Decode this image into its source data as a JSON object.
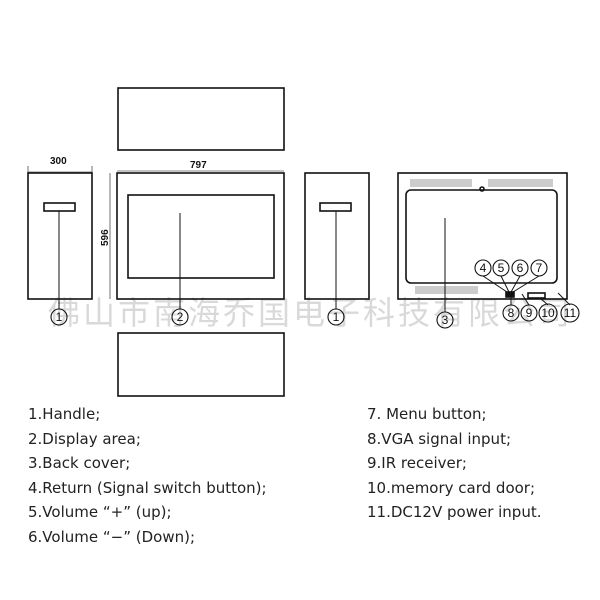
{
  "watermark": "佛山市南海乔国电子科技有限公司",
  "dimensions": {
    "depth": "300",
    "width": "797",
    "height": "596"
  },
  "callouts": [
    "1",
    "2",
    "3",
    "4",
    "5",
    "6",
    "7",
    "8",
    "9",
    "10",
    "11"
  ],
  "legend": {
    "left": [
      "1.Handle;",
      "2.Display area;",
      "3.Back cover;",
      "4.Return (Signal switch button);",
      "5.Volume “+” (up);",
      "6.Volume “−” (Down);"
    ],
    "right": [
      "7. Menu button;",
      "8.VGA signal input;",
      "9.IR receiver;",
      "10.memory card door;",
      "11.DC12V power input."
    ]
  }
}
